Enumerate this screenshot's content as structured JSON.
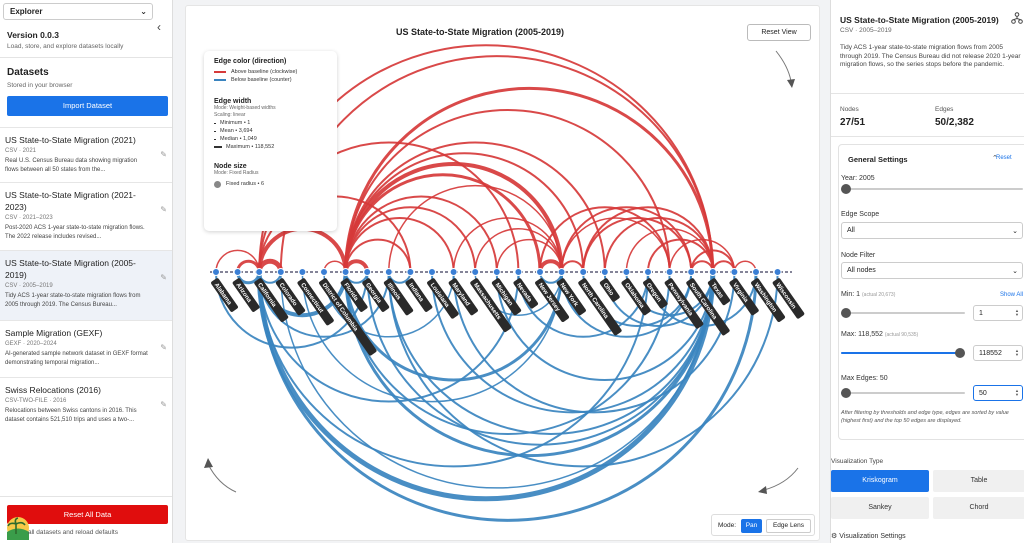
{
  "left": {
    "explorer_select": "Explorer",
    "version": "Version 0.0.3",
    "tagline": "Load, store, and explore datasets locally",
    "datasets_title": "Datasets",
    "datasets_sub": "Stored in your browser",
    "import_label": "Import Dataset",
    "items": [
      {
        "title": "US State-to-State Migration (2021)",
        "meta": "CSV · 2021",
        "desc": "Real U.S. Census Bureau data showing migration flows between all 50 states from the..."
      },
      {
        "title": "US State-to-State Migration (2021-2023)",
        "meta": "CSV · 2021–2023",
        "desc": "Post-2020 ACS 1-year state-to-state migration flows. The 2022 release includes revised..."
      },
      {
        "title": "US State-to-State Migration (2005-2019)",
        "meta": "CSV · 2005–2019",
        "desc": "Tidy ACS 1-year state-to-state migration flows from 2005 through 2019. The Census Bureau..."
      },
      {
        "title": "Sample Migration (GEXF)",
        "meta": "GEXF · 2020–2024",
        "desc": "AI-generated sample network dataset in GEXF format demonstrating temporal migration..."
      },
      {
        "title": "Swiss Relocations (2016)",
        "meta": "CSV-TWO-FILE · 2016",
        "desc": "Relocations between Swiss cantons in 2016. This dataset contains 521,510 trips and uses a two-..."
      }
    ],
    "reset_all": "Reset All Data",
    "reset_note": "all datasets and reload defaults"
  },
  "main": {
    "title": "US State-to-State Migration (2005-2019)",
    "reset_view": "Reset View",
    "mode_label": "Mode:",
    "mode_pan": "Pan",
    "mode_lens": "Edge Lens"
  },
  "legend": {
    "color_title": "Edge color (direction)",
    "above": "Above baseline (clockwise)",
    "below": "Below baseline (counter)",
    "width_title": "Edge width",
    "width_mode": "Mode: Weight-based widths",
    "width_scaling": "Scaling: linear",
    "minimum": "Minimum • 1",
    "mean": "Mean • 3,694",
    "median": "Median • 1,049",
    "maximum": "Maximum • 118,552",
    "node_title": "Node size",
    "node_mode": "Mode: Fixed Radius",
    "node_fixed": "Fixed radius • 6"
  },
  "colors": {
    "above": "#d63a3a",
    "below": "#3a84bf",
    "accent": "#1a73e8",
    "danger": "#e00d0d"
  },
  "nodes": [
    "Alabama",
    "Arizona",
    "California",
    "Colorado",
    "Connecticut",
    "District of Columbia",
    "Florida",
    "Georgia",
    "Illinois",
    "Indiana",
    "Louisiana",
    "Maryland",
    "Massachusetts",
    "Michigan",
    "Nevada",
    "New Jersey",
    "New York",
    "North Carolina",
    "Ohio",
    "Oklahoma",
    "Oregon",
    "Pennsylvania",
    "South Carolina",
    "Texas",
    "Virginia",
    "Washington",
    "Wisconsin"
  ],
  "right": {
    "title": "US State-to-State Migration (2005-2019)",
    "meta": "CSV · 2005–2019",
    "desc": "Tidy ACS 1-year state-to-state migration flows from 2005 through 2019. The Census Bureau did not release 2020 1-year migration flows, so the series stops before the pandemic.",
    "nodes_label": "Nodes",
    "nodes_value": "27/51",
    "edges_label": "Edges",
    "edges_value": "50/2,382",
    "general_settings": "General Settings",
    "reset": "Reset",
    "year_label": "Year: 2005",
    "edge_scope_label": "Edge Scope",
    "edge_scope_value": "All",
    "node_filter_label": "Node Filter",
    "node_filter_value": "All nodes",
    "min_label": "Min: 1",
    "min_actual": "(actual 20,673)",
    "show_all": "Show All",
    "min_value": "1",
    "max_label": "Max: 118,552",
    "max_actual": "(actual 90,535)",
    "max_value": "118552",
    "max_edges_label": "Max Edges: 50",
    "max_edges_value": "50",
    "helper": "After filtering by thresholds and edge type, edges are sorted by value (highest first) and the top 50 edges are displayed.",
    "vis_type_label": "Visualization Type",
    "types": [
      "Kriskogram",
      "Table",
      "Sankey",
      "Chord"
    ],
    "vis_settings": "Visualization Settings"
  }
}
